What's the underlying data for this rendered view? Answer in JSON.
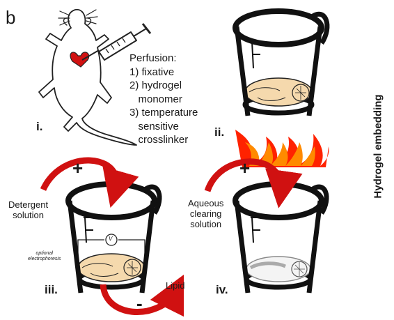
{
  "panel_label": "b",
  "perfusion_text": "Perfusion:\n1) fixative\n2) hydrogel\n   monomer\n3) temperature\n   sensitive\n   crosslinker",
  "steps": {
    "i": "i.",
    "ii": "ii.",
    "iii": "iii.",
    "iv": "iv."
  },
  "side_title": "Hydrogel embedding",
  "labels": {
    "detergent": "Detergent\nsolution",
    "aqueous": "Aqueous\nclearing\nsolution",
    "electrophoresis": "optional\nelectrophoresis",
    "lipid": "Lipid",
    "voltmeter": "V",
    "plus_iii": "+",
    "plus_iv": "+",
    "minus": "-"
  },
  "colors": {
    "tissue": "#f5d9ad",
    "arrow_red": "#d01111",
    "flame_red": "#ff2200",
    "flame_orange": "#ff8a00",
    "cleared_tissue": "#d9d9d9"
  }
}
